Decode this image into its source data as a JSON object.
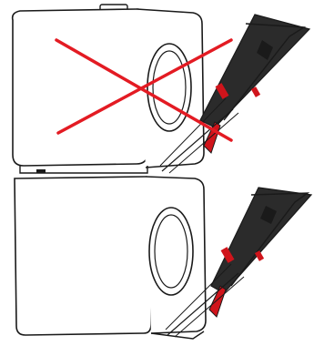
{
  "diagram": {
    "upper_unit": {
      "state": "incorrect",
      "mark": "red-x"
    },
    "lower_unit": {
      "state": "correct"
    }
  },
  "colors": {
    "outline": "#1a1a1a",
    "panel_dark": "#2b2b2b",
    "accent_red": "#d0141b",
    "cross_mark": "#e31b23"
  }
}
